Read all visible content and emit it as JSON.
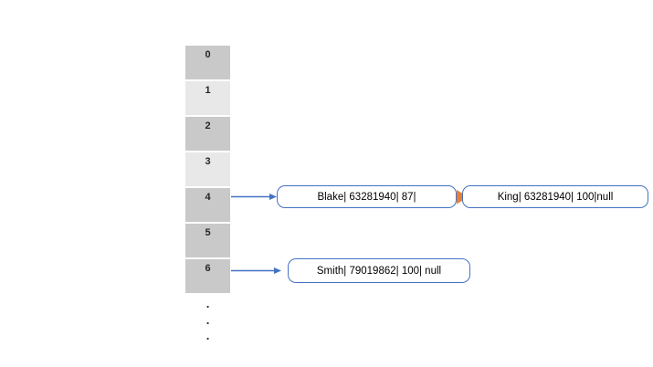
{
  "diagram": {
    "type": "hash-table-chaining",
    "array": {
      "cells": [
        "0",
        "1",
        "2",
        "3",
        "4",
        "5",
        "6"
      ],
      "ellipsis": [
        ".",
        ".",
        "."
      ]
    },
    "nodes": {
      "blake": {
        "text": "Blake| 63281940| 87|"
      },
      "king": {
        "text": "King| 63281940| 100|null"
      },
      "smith": {
        "text": "Smith| 79019862| 100| null"
      }
    },
    "links": {
      "bucket4_to_blake": "blue-arrow",
      "bucket6_to_smith": "blue-arrow",
      "blake_to_king": "orange-block-arrow"
    },
    "colors": {
      "cell_dark": "#c9c9c9",
      "cell_light": "#e8e8e8",
      "node_border_blue": "#4472c4",
      "arrow_blue": "#4472c4",
      "arrow_orange": "#ed7d31",
      "text": "#262626"
    }
  }
}
